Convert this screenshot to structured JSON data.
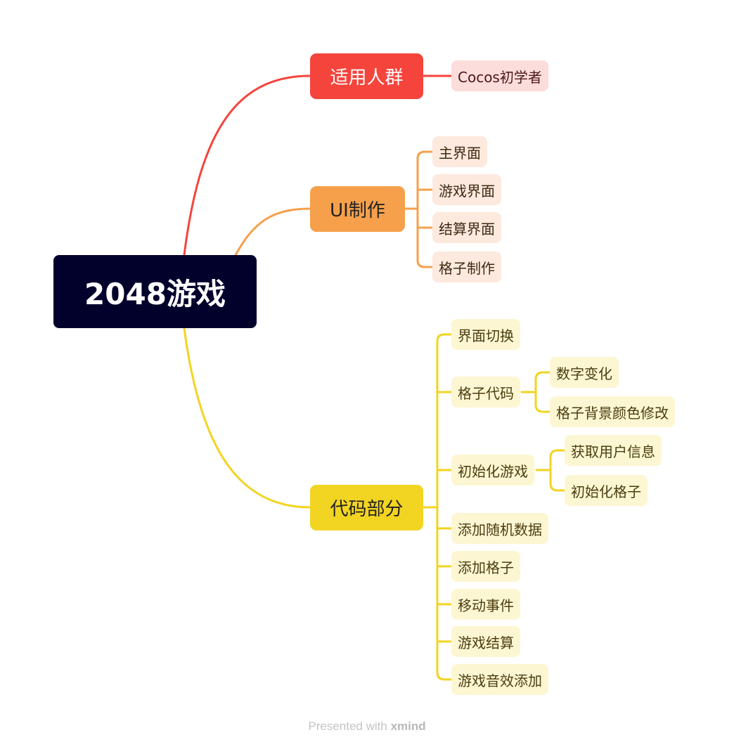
{
  "root": {
    "label": "2048游戏"
  },
  "branches": [
    {
      "label": "适用人群",
      "color": "#f5443c",
      "children": [
        {
          "label": "Cocos初学者"
        }
      ]
    },
    {
      "label": "UI制作",
      "color": "#f6a04c",
      "children": [
        {
          "label": "主界面"
        },
        {
          "label": "游戏界面"
        },
        {
          "label": "结算界面"
        },
        {
          "label": "格子制作"
        }
      ]
    },
    {
      "label": "代码部分",
      "color": "#f2d422",
      "children": [
        {
          "label": "界面切换"
        },
        {
          "label": "格子代码",
          "children": [
            {
              "label": "数字变化"
            },
            {
              "label": "格子背景颜色修改"
            }
          ]
        },
        {
          "label": "初始化游戏",
          "children": [
            {
              "label": "获取用户信息"
            },
            {
              "label": "初始化格子"
            }
          ]
        },
        {
          "label": "添加随机数据"
        },
        {
          "label": "添加格子"
        },
        {
          "label": "移动事件"
        },
        {
          "label": "游戏结算"
        },
        {
          "label": "游戏音效添加"
        }
      ]
    }
  ],
  "footer": {
    "text": "Presented with",
    "brand": "xmind"
  }
}
